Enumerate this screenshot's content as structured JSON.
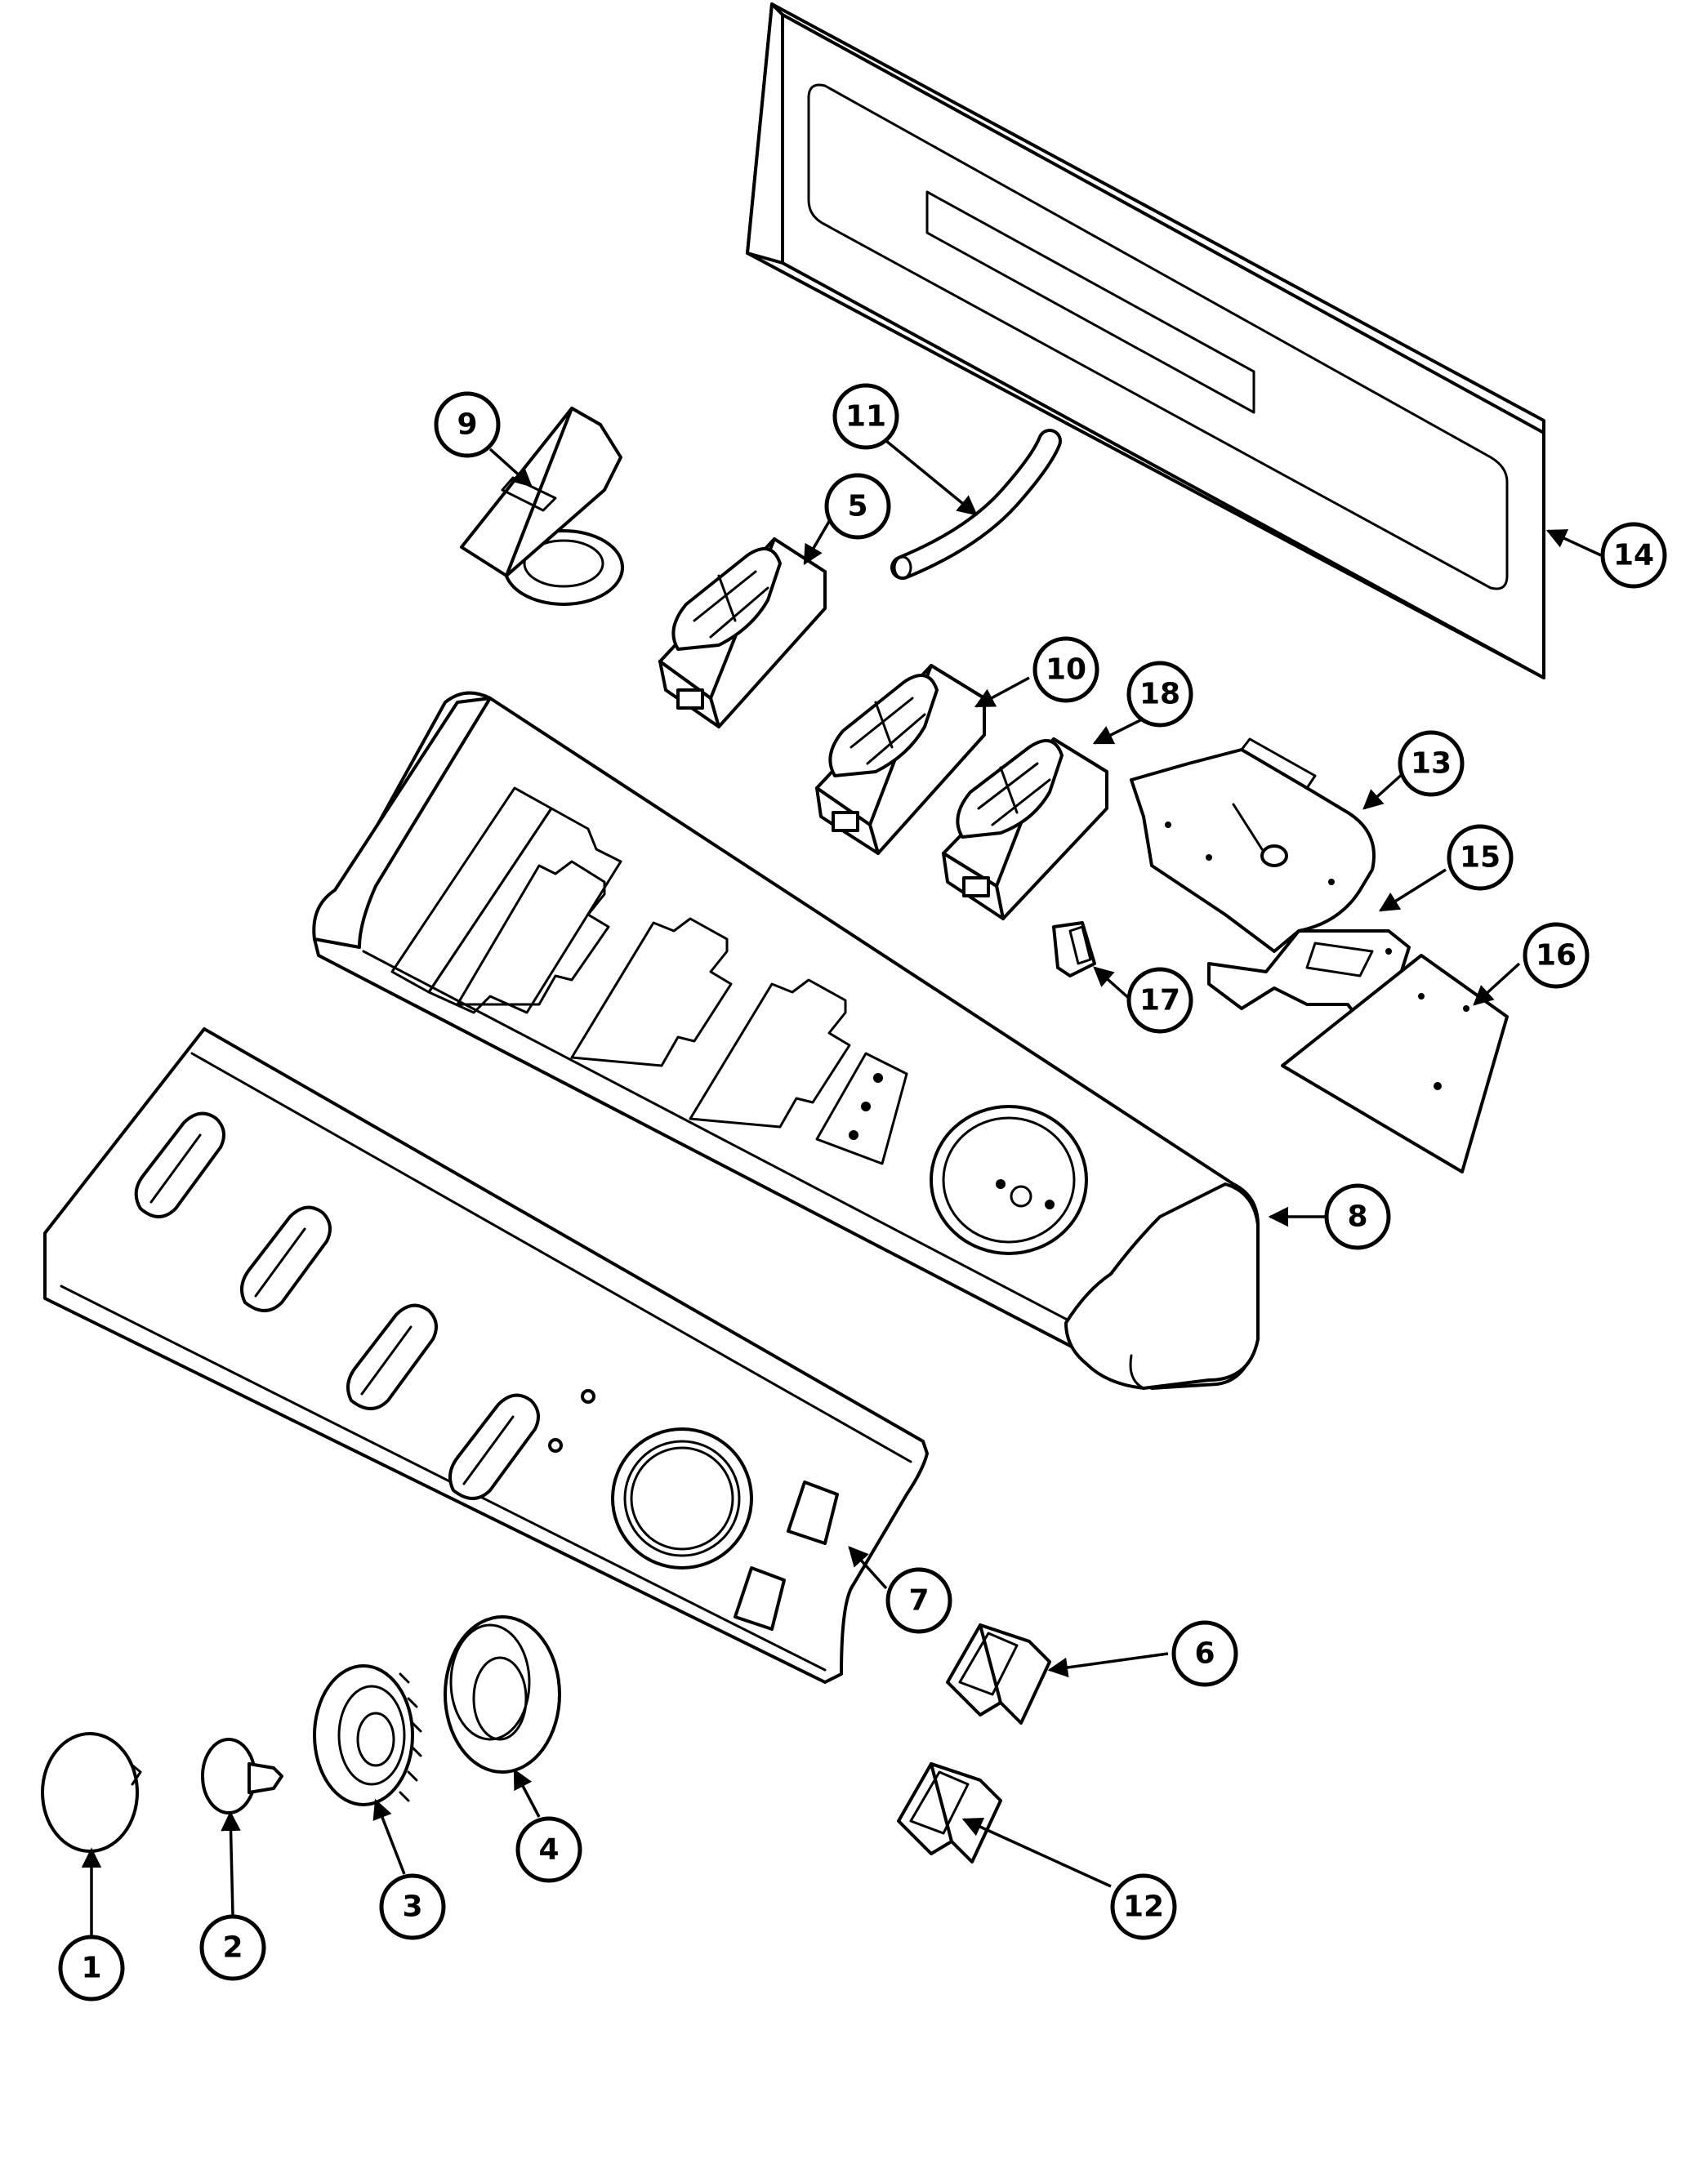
{
  "diagram": {
    "type": "exploded-parts-diagram",
    "colors": {
      "line": "#000000",
      "background": "#ffffff"
    },
    "callouts": [
      {
        "id": "c1",
        "label": "1"
      },
      {
        "id": "c2",
        "label": "2"
      },
      {
        "id": "c3",
        "label": "3"
      },
      {
        "id": "c4",
        "label": "4"
      },
      {
        "id": "c5",
        "label": "5"
      },
      {
        "id": "c6",
        "label": "6"
      },
      {
        "id": "c7",
        "label": "7"
      },
      {
        "id": "c8",
        "label": "8"
      },
      {
        "id": "c9",
        "label": "9"
      },
      {
        "id": "c10",
        "label": "10"
      },
      {
        "id": "c11",
        "label": "11"
      },
      {
        "id": "c12",
        "label": "12"
      },
      {
        "id": "c13",
        "label": "13"
      },
      {
        "id": "c14",
        "label": "14"
      },
      {
        "id": "c15",
        "label": "15"
      },
      {
        "id": "c16",
        "label": "16"
      },
      {
        "id": "c17",
        "label": "17"
      },
      {
        "id": "c18",
        "label": "18"
      }
    ]
  }
}
